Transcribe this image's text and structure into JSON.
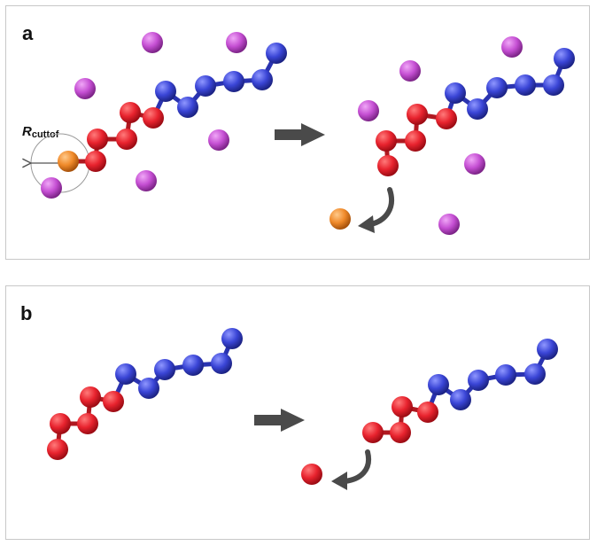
{
  "panels": [
    {
      "letter": "a",
      "radius_label": {
        "symbol": "R",
        "subscript": "cuttof"
      }
    },
    {
      "letter": "b"
    }
  ],
  "colors": {
    "red_bead": "#e8232e",
    "blue_bead": "#3a45d6",
    "magenta_bead": "#c54fd3",
    "orange_bead": "#f08a2a",
    "arrow": "#4a4a4a",
    "panel_border": "#c8c8c8"
  },
  "icons": [
    "right-arrow-icon",
    "curved-arrow-icon"
  ]
}
